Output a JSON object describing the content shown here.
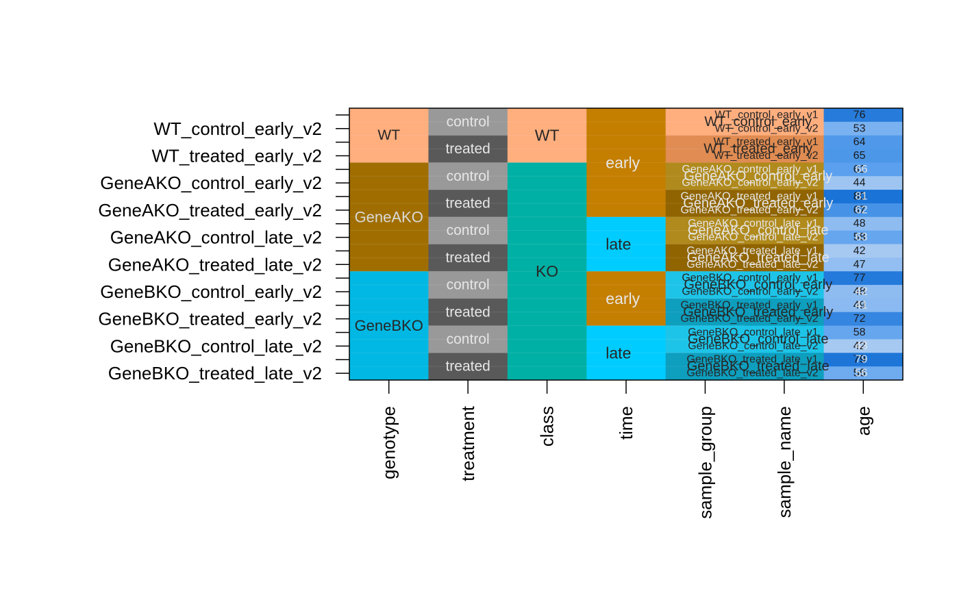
{
  "chart_data": {
    "type": "heatmap",
    "title": "",
    "xlabel": "",
    "ylabel": "",
    "columns": [
      "genotype",
      "treatment",
      "class",
      "time",
      "sample_group",
      "sample_name",
      "age"
    ],
    "row_labels": [
      "WT_control_early_v2",
      "WT_treated_early_v2",
      "GeneAKO_control_early_v2",
      "GeneAKO_treated_early_v2",
      "GeneAKO_control_late_v2",
      "GeneAKO_treated_late_v2",
      "GeneBKO_control_early_v2",
      "GeneBKO_treated_early_v2",
      "GeneBKO_control_late_v2",
      "GeneBKO_treated_late_v2"
    ],
    "sample_names": [
      "WT_control_early_v1",
      "WT_control_early_v2",
      "WT_treated_early_v1",
      "WT_treated_early_v2",
      "GeneAKO_control_early_v1",
      "GeneAKO_control_early_v2",
      "GeneAKO_treated_early_v1",
      "GeneAKO_treated_early_v2",
      "GeneAKO_control_late_v1",
      "GeneAKO_control_late_v2",
      "GeneAKO_treated_late_v1",
      "GeneAKO_treated_late_v2",
      "GeneBKO_control_early_v1",
      "GeneBKO_control_early_v2",
      "GeneBKO_treated_early_v1",
      "GeneBKO_treated_early_v2",
      "GeneBKO_control_late_v1",
      "GeneBKO_control_late_v2",
      "GeneBKO_treated_late_v1",
      "GeneBKO_treated_late_v2"
    ],
    "age": [
      76,
      53,
      64,
      65,
      61,
      44,
      80,
      67,
      48,
      58,
      42,
      47,
      77,
      48,
      49,
      72,
      58,
      42,
      79,
      56
    ],
    "age_overlay": [
      null,
      null,
      null,
      null,
      "66",
      null,
      "81",
      "62",
      null,
      "63",
      null,
      null,
      null,
      "42",
      "41",
      null,
      null,
      "43",
      "79",
      "56"
    ],
    "groups": {
      "genotype": [
        {
          "label": "WT",
          "rows": 4,
          "color": "#FFAE7E"
        },
        {
          "label": "GeneAKO",
          "rows": 8,
          "color": "#A06E00"
        },
        {
          "label": "GeneBKO",
          "rows": 8,
          "color": "#00B8E3"
        }
      ],
      "treatment": [
        {
          "label": "control",
          "rows": 2,
          "color": "#999999"
        },
        {
          "label": "treated",
          "rows": 2,
          "color": "#595959"
        },
        {
          "label": "control",
          "rows": 2,
          "color": "#999999"
        },
        {
          "label": "treated",
          "rows": 2,
          "color": "#595959"
        },
        {
          "label": "control",
          "rows": 2,
          "color": "#999999"
        },
        {
          "label": "treated",
          "rows": 2,
          "color": "#595959"
        },
        {
          "label": "control",
          "rows": 2,
          "color": "#999999"
        },
        {
          "label": "treated",
          "rows": 2,
          "color": "#595959"
        },
        {
          "label": "control",
          "rows": 2,
          "color": "#999999"
        },
        {
          "label": "treated",
          "rows": 2,
          "color": "#595959"
        }
      ],
      "class": [
        {
          "label": "WT",
          "rows": 4,
          "color": "#FFAE7E"
        },
        {
          "label": "KO",
          "rows": 16,
          "color": "#00B0A4"
        }
      ],
      "time": [
        {
          "label": "early",
          "rows": 8,
          "color": "#C47E00"
        },
        {
          "label": "late",
          "rows": 4,
          "color": "#00CCFF"
        },
        {
          "label": "early",
          "rows": 4,
          "color": "#C47E00"
        },
        {
          "label": "late",
          "rows": 4,
          "color": "#00CCFF"
        }
      ],
      "sample_group": [
        {
          "label": "WT_control_early",
          "rows": 2,
          "color": "#FFAE7E"
        },
        {
          "label": "WT_treated_early",
          "rows": 2,
          "color": "#E08C52"
        },
        {
          "label": "GeneAKO_control_early",
          "rows": 2,
          "color": "#B08A1C"
        },
        {
          "label": "GeneAKO_treated_early",
          "rows": 2,
          "color": "#906400"
        },
        {
          "label": "GeneAKO_control_late",
          "rows": 2,
          "color": "#B08A1C"
        },
        {
          "label": "GeneAKO_treated_late",
          "rows": 2,
          "color": "#906400"
        },
        {
          "label": "GeneBKO_control_early",
          "rows": 2,
          "color": "#1EC4E8"
        },
        {
          "label": "GeneBKO_treated_early",
          "rows": 2,
          "color": "#0E9EBE"
        },
        {
          "label": "GeneBKO_control_late",
          "rows": 2,
          "color": "#1EC4E8"
        },
        {
          "label": "GeneBKO_treated_late",
          "rows": 2,
          "color": "#0E9EBE"
        }
      ]
    },
    "text_colors": {
      "genotype": [
        "#262626",
        "#D9D9D9",
        "#262626"
      ],
      "treatment": "#E6E6E6",
      "class": [
        "#262626",
        "#262626"
      ],
      "time": [
        "#E6E6E6",
        "#262626",
        "#E6E6E6",
        "#262626"
      ],
      "sample_group": [
        "#262626",
        "#262626",
        "#E6E6E6",
        "#E6E6E6",
        "#E6E6E6",
        "#E6E6E6",
        "#262626",
        "#262626",
        "#262626",
        "#262626"
      ],
      "sample_name": [
        "#262626",
        "#262626",
        "#262626",
        "#262626",
        "#E6E6E6",
        "#E6E6E6",
        "#E6E6E6",
        "#E6E6E6",
        "#E6E6E6",
        "#E6E6E6",
        "#E6E6E6",
        "#E6E6E6",
        "#262626",
        "#262626",
        "#262626",
        "#262626",
        "#262626",
        "#262626",
        "#262626",
        "#262626"
      ]
    },
    "age_colors": {
      "low": "#A6C9F2",
      "mid": "#5AA0EE",
      "high": "#1A73D6"
    },
    "grid": false,
    "legend": "none"
  }
}
